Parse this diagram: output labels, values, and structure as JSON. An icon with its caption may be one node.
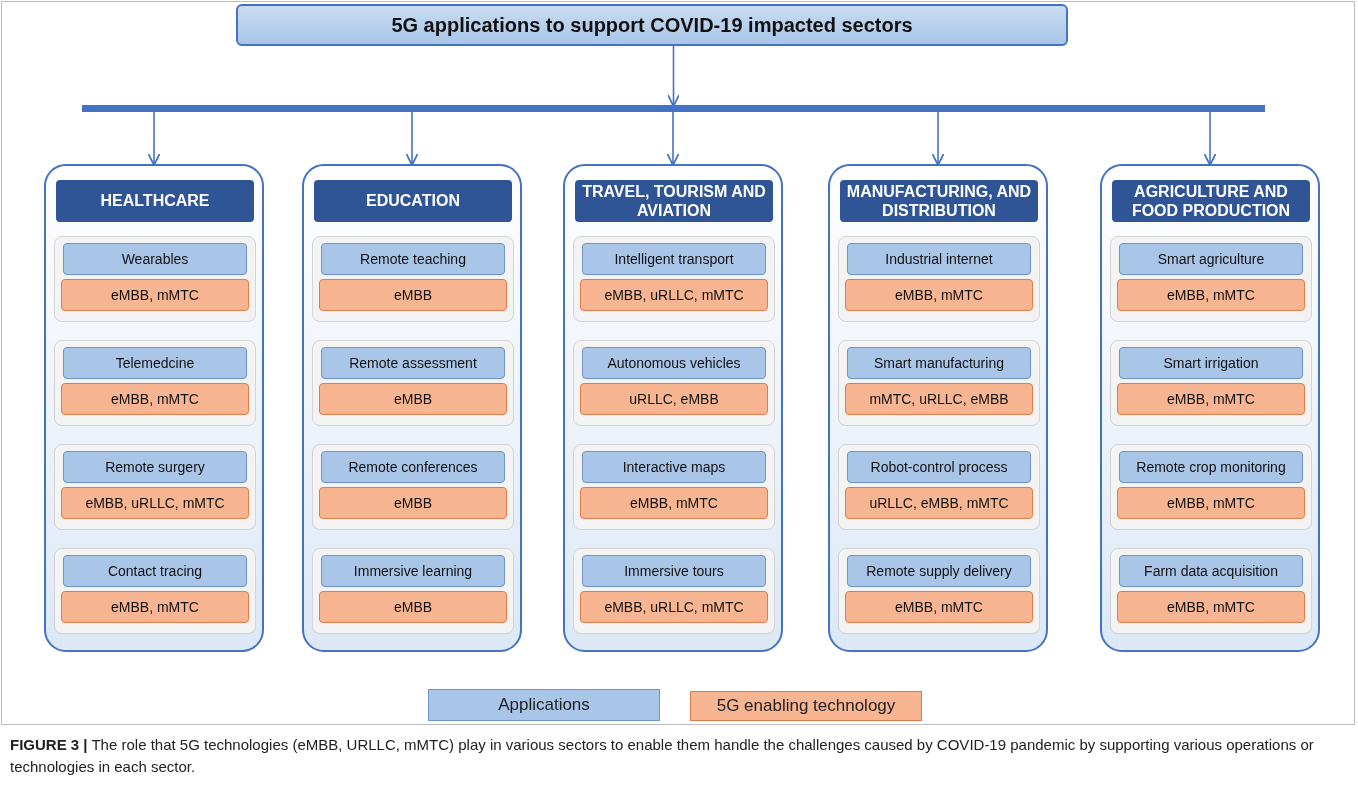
{
  "diagram": {
    "nodes": [
      {
        "text": [
          "5G applications to support COVID-19 impacted sectors"
        ]
      },
      {
        "text": [],
        "shape": "bar"
      },
      {
        "text": [],
        "shape": "box"
      },
      {
        "text": [
          "HEALTHCARE"
        ],
        "in": 2
      },
      {
        "text": [],
        "shape": "box",
        "in": 2
      },
      {
        "text": [
          "Wearables"
        ],
        "in": 4
      },
      {
        "text": [
          "eMBB, mMTC"
        ],
        "in": 4
      },
      {
        "text": [],
        "shape": "box",
        "in": 2
      },
      {
        "text": [
          "Telemedcine"
        ],
        "in": 7
      },
      {
        "text": [
          "eMBB, mMTC"
        ],
        "in": 7
      },
      {
        "text": [],
        "shape": "box",
        "in": 2
      },
      {
        "text": [
          "Remote surgery"
        ],
        "in": 10
      },
      {
        "text": [
          "eMBB, uRLLC, mMTC"
        ],
        "in": 10
      },
      {
        "text": [],
        "shape": "box",
        "in": 2
      },
      {
        "text": [
          "Contact tracing"
        ],
        "in": 13
      },
      {
        "text": [
          "eMBB, mMTC"
        ],
        "in": 13
      },
      {
        "text": [],
        "shape": "box"
      },
      {
        "text": [
          "EDUCATION"
        ],
        "in": 16
      },
      {
        "text": [],
        "shape": "box",
        "in": 16
      },
      {
        "text": [
          "Remote teaching"
        ],
        "in": 18
      },
      {
        "text": [
          "eMBB"
        ],
        "in": 18
      },
      {
        "text": [],
        "shape": "box",
        "in": 16
      },
      {
        "text": [
          "Remote assessment"
        ],
        "in": 21
      },
      {
        "text": [
          "eMBB"
        ],
        "in": 21
      },
      {
        "text": [],
        "shape": "box",
        "in": 16
      },
      {
        "text": [
          "Remote conferences"
        ],
        "in": 24
      },
      {
        "text": [
          "eMBB"
        ],
        "in": 24
      },
      {
        "text": [],
        "shape": "box",
        "in": 16
      },
      {
        "text": [
          "Immersive learning"
        ],
        "in": 27
      },
      {
        "text": [
          "eMBB"
        ],
        "in": 27
      },
      {
        "text": [],
        "shape": "box"
      },
      {
        "text": [
          "TRAVEL, TOURISM AND AVIATION"
        ],
        "in": 30
      },
      {
        "text": [],
        "shape": "box",
        "in": 30
      },
      {
        "text": [
          "Intelligent transport"
        ],
        "in": 32
      },
      {
        "text": [
          "eMBB, uRLLC, mMTC"
        ],
        "in": 32
      },
      {
        "text": [],
        "shape": "box",
        "in": 30
      },
      {
        "text": [
          "Autonomous vehicles"
        ],
        "in": 35
      },
      {
        "text": [
          "uRLLC, eMBB"
        ],
        "in": 35
      },
      {
        "text": [],
        "shape": "box",
        "in": 30
      },
      {
        "text": [
          "Interactive maps"
        ],
        "in": 38
      },
      {
        "text": [
          "eMBB, mMTC"
        ],
        "in": 38
      },
      {
        "text": [],
        "shape": "box",
        "in": 30
      },
      {
        "text": [
          "Immersive tours"
        ],
        "in": 41
      },
      {
        "text": [
          "eMBB, uRLLC, mMTC"
        ],
        "in": 41
      },
      {
        "text": [],
        "shape": "box"
      },
      {
        "text": [
          "MANUFACTURING, AND DISTRIBUTION"
        ],
        "in": 44
      },
      {
        "text": [],
        "shape": "box",
        "in": 44
      },
      {
        "text": [
          "Industrial internet"
        ],
        "in": 46
      },
      {
        "text": [
          "eMBB, mMTC"
        ],
        "in": 46
      },
      {
        "text": [],
        "shape": "box",
        "in": 44
      },
      {
        "text": [
          "Smart manufacturing"
        ],
        "in": 49
      },
      {
        "text": [
          "mMTC, uRLLC, eMBB"
        ],
        "in": 49
      },
      {
        "text": [],
        "shape": "box",
        "in": 44
      },
      {
        "text": [
          "Robot-control process"
        ],
        "in": 52
      },
      {
        "text": [
          "uRLLC, eMBB, mMTC"
        ],
        "in": 52
      },
      {
        "text": [],
        "shape": "box",
        "in": 44
      },
      {
        "text": [
          "Remote supply delivery"
        ],
        "in": 55
      },
      {
        "text": [
          "eMBB, mMTC"
        ],
        "in": 55
      },
      {
        "text": [],
        "shape": "box"
      },
      {
        "text": [
          "AGRICULTURE AND FOOD PRODUCTION"
        ],
        "in": 58
      },
      {
        "text": [],
        "shape": "box",
        "in": 58
      },
      {
        "text": [
          "Smart agriculture"
        ],
        "in": 60
      },
      {
        "text": [
          "eMBB, mMTC"
        ],
        "in": 60
      },
      {
        "text": [],
        "shape": "box",
        "in": 58
      },
      {
        "text": [
          "Smart irrigation"
        ],
        "in": 63
      },
      {
        "text": [
          "eMBB, mMTC"
        ],
        "in": 63
      },
      {
        "text": [],
        "shape": "box",
        "in": 58
      },
      {
        "text": [
          "Remote crop monitoring"
        ],
        "in": 66
      },
      {
        "text": [
          "eMBB, mMTC"
        ],
        "in": 66
      },
      {
        "text": [],
        "shape": "box",
        "in": 58
      },
      {
        "text": [
          "Farm data acquisition"
        ],
        "in": 69
      },
      {
        "text": [
          "eMBB, mMTC"
        ],
        "in": 69
      }
    ],
    "edges": [
      {
        "from": 0,
        "to": 1,
        "arrow": "to"
      },
      {
        "from": 1,
        "to": 2,
        "arrow": "to"
      },
      {
        "from": 1,
        "to": 16,
        "arrow": "to"
      },
      {
        "from": 1,
        "to": 30,
        "arrow": "to"
      },
      {
        "from": 1,
        "to": 44,
        "arrow": "to"
      },
      {
        "from": 1,
        "to": 58,
        "arrow": "to"
      }
    ],
    "legend": [
      {
        "text": "Applications",
        "color": "#a9c6e8"
      },
      {
        "text": "5G enabling technology",
        "color": "#f8b591"
      }
    ],
    "caption": "**FIGURE 3 |** The role that 5G technologies (eMBB, URLLC, mMTC) play in various sectors to enable them handle the challenges caused by COVID-19 pandemic by supporting various operations or technologies in each sector."
  }
}
